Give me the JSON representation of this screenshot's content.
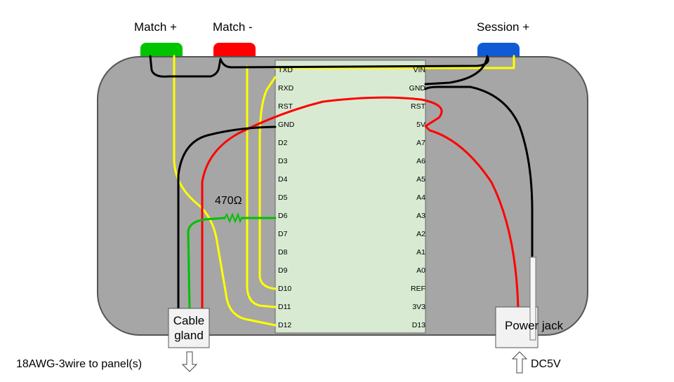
{
  "buttons": {
    "match_plus": "Match +",
    "match_minus": "Match -",
    "session_plus": "Session +"
  },
  "board": {
    "left_pins": [
      "TXD",
      "RXD",
      "RST",
      "GND",
      "D2",
      "D3",
      "D4",
      "D5",
      "D6",
      "D7",
      "D8",
      "D9",
      "D10",
      "D11",
      "D12"
    ],
    "right_pins": [
      "VIN",
      "GND",
      "RST",
      "5V",
      "A7",
      "A6",
      "A5",
      "A4",
      "A3",
      "A2",
      "A1",
      "A0",
      "REF",
      "3V3",
      "D13"
    ]
  },
  "resistor": {
    "label": "470Ω"
  },
  "cable_gland": {
    "label": "Cable\ngland"
  },
  "power_jack": {
    "label": "Power jack"
  },
  "bottom_left_label": "18AWG-3wire to panel(s)",
  "bottom_right_label": "DC5V",
  "colors": {
    "enclosure": "#a6a6a6",
    "board": "#d9ead3",
    "button_green": "#00c400",
    "button_red": "#ff0000",
    "button_blue": "#0f5bd6",
    "wire_yellow": "#ffff00",
    "wire_red": "#ff0000",
    "wire_black": "#000000",
    "wire_green": "#00c000"
  }
}
